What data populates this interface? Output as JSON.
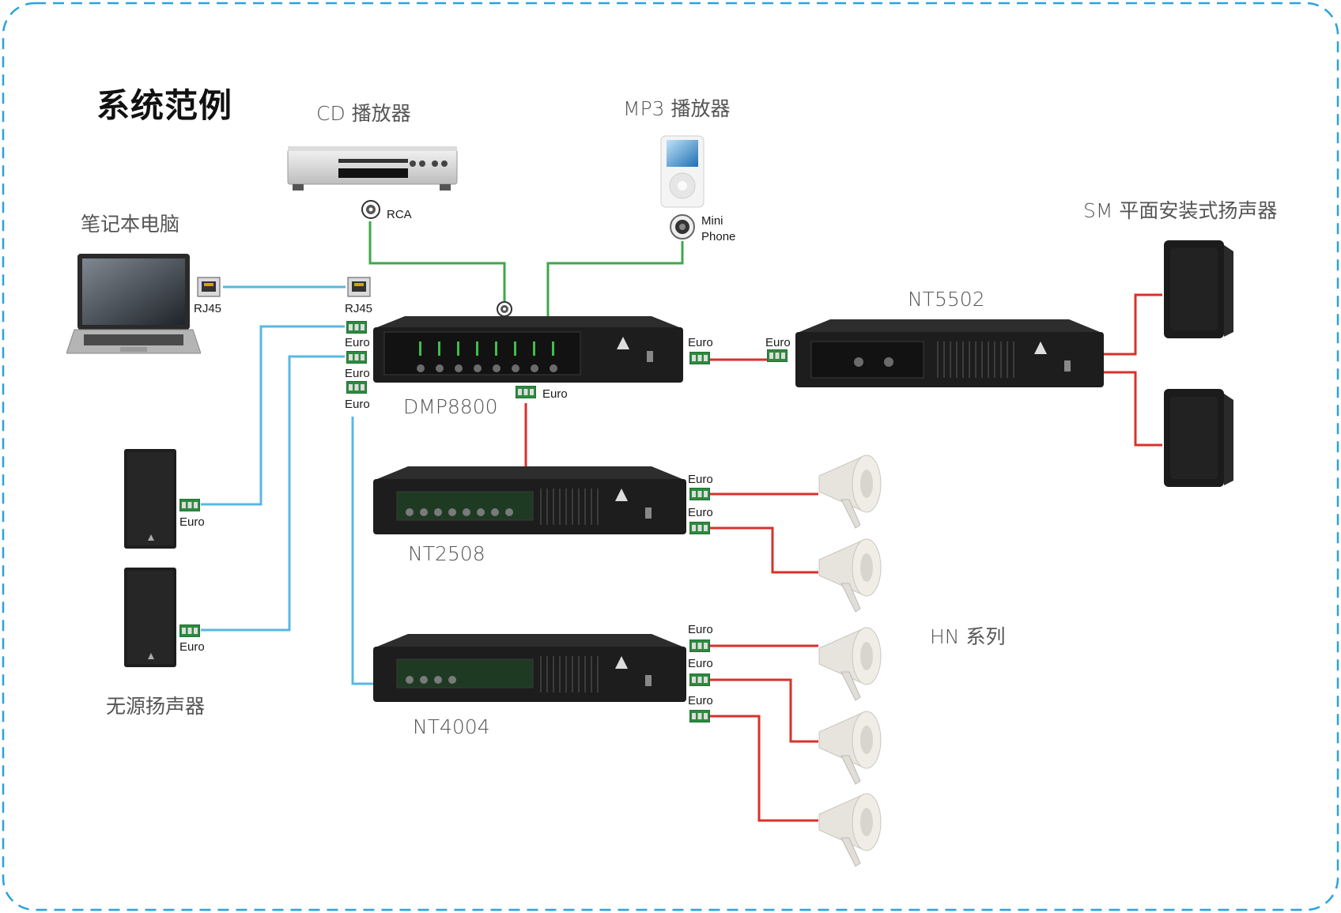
{
  "title": "系统范例",
  "devices": {
    "cd_player": "CD 播放器",
    "mp3_player": "MP3 播放器",
    "laptop": "笔记本电脑",
    "sm_speakers": "SM 平面安装式扬声器",
    "passive_speakers": "无源扬声器",
    "hn_series": "HN 系列",
    "dmp8800": "DMP8800",
    "nt5502": "NT5502",
    "nt2508": "NT2508",
    "nt4004": "NT4004"
  },
  "connectors": {
    "rca": "RCA",
    "mini": "Mini",
    "phone": "Phone",
    "rj45": "RJ45",
    "euro": "Euro"
  },
  "colors": {
    "frame": "#29a3dd",
    "analog_line": "#3da84a",
    "network_line": "#58b8e2",
    "speaker_line": "#d9312b"
  }
}
